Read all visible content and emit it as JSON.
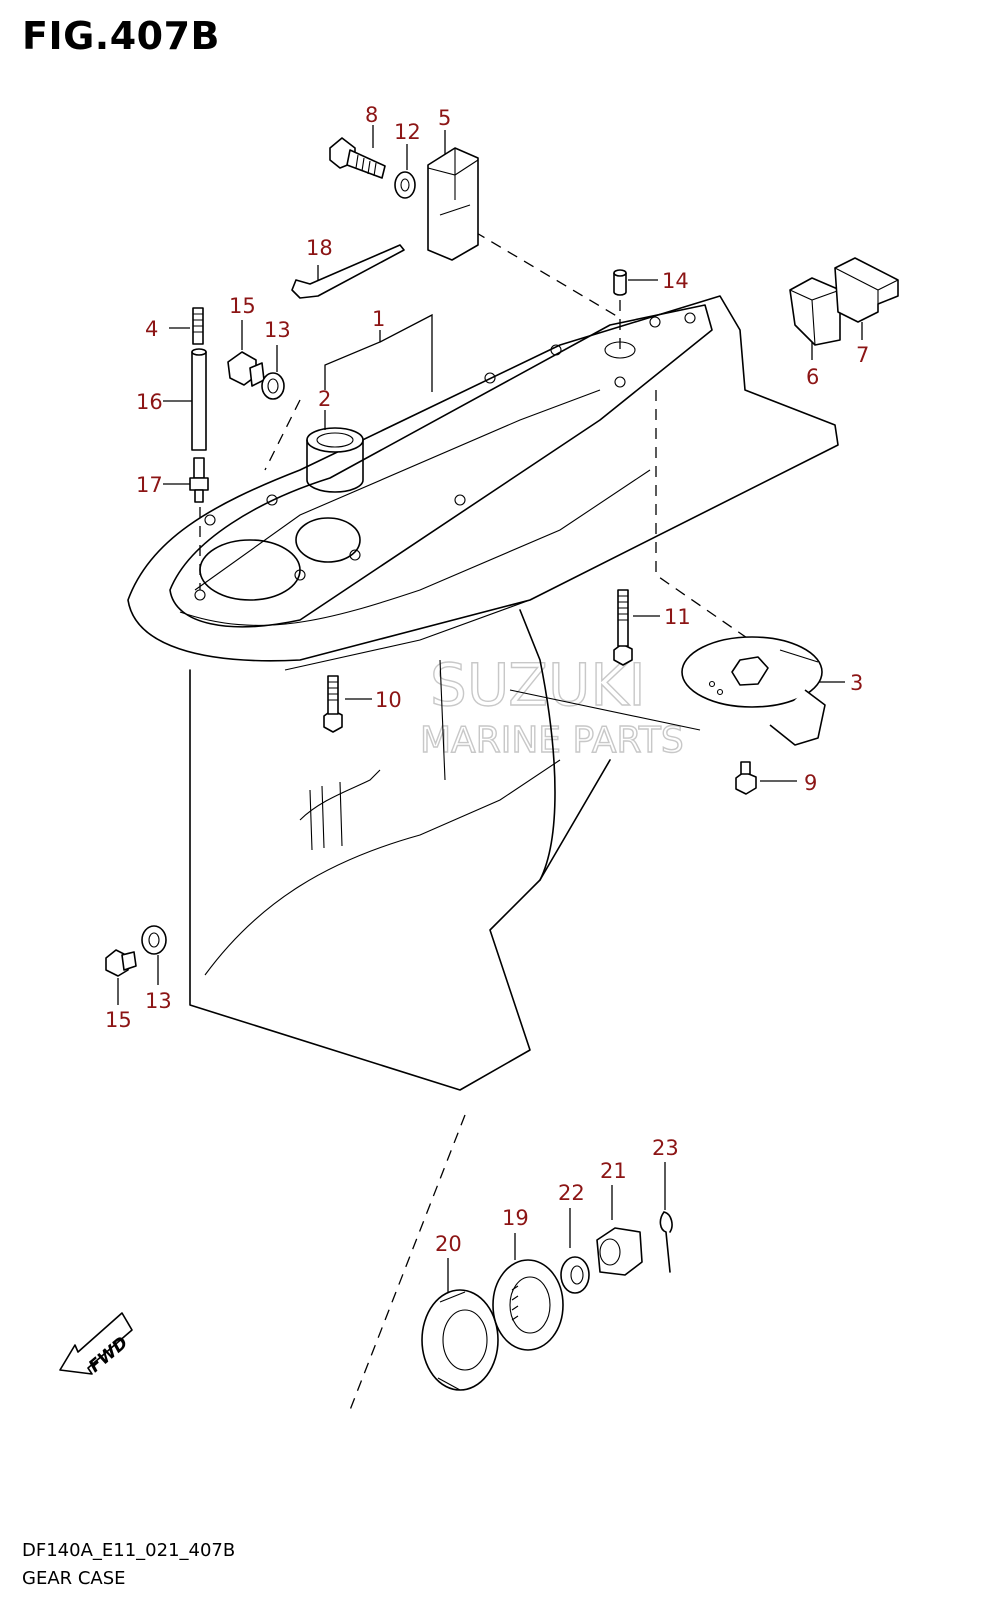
{
  "figure": {
    "title": "FIG.407B",
    "model_code": "DF140A_E11_021_407B",
    "name": "GEAR CASE",
    "fwd_label": "FWD"
  },
  "callouts": [
    "1",
    "2",
    "3",
    "4",
    "5",
    "6",
    "7",
    "8",
    "9",
    "10",
    "11",
    "12",
    "13",
    "13",
    "14",
    "15",
    "15",
    "16",
    "17",
    "18",
    "19",
    "20",
    "21",
    "22",
    "23"
  ],
  "watermark": {
    "line1": "SUZUKI",
    "line2": "MARINE PARTS"
  },
  "colors": {
    "callout": "#8c1515",
    "line": "#000000",
    "watermark": "#c8c8c8"
  }
}
